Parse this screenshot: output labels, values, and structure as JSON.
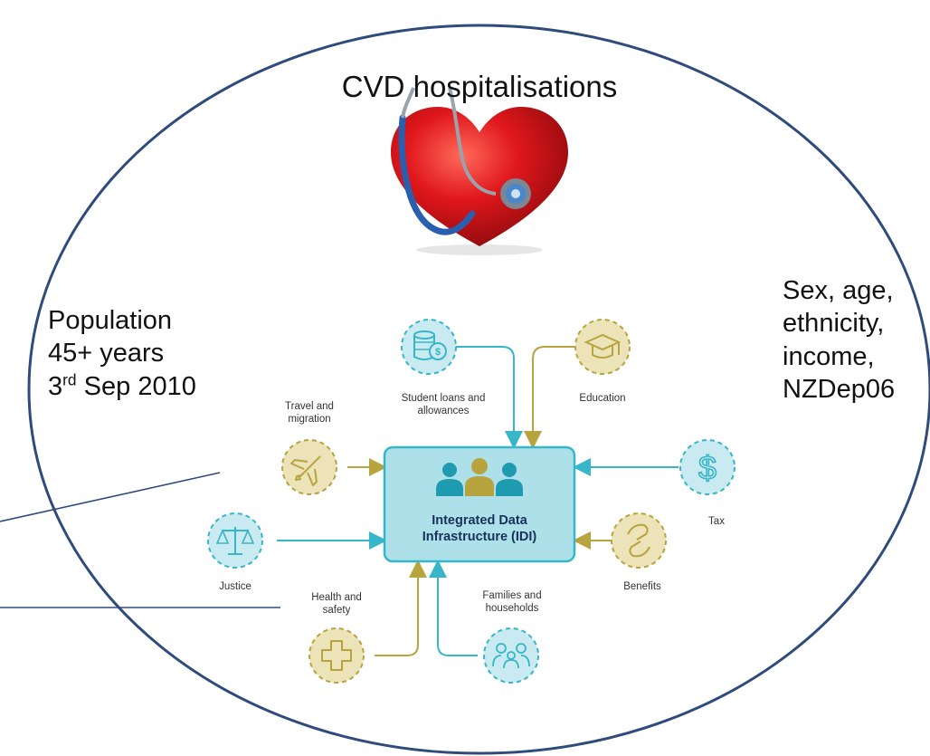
{
  "title": "CVD hospitalisations",
  "population": {
    "line1": "Population",
    "line2": "45+ years",
    "line3_num": "3",
    "line3_sup": "rd",
    "line3_rest": " Sep 2010"
  },
  "covariates": [
    "Sex, age,",
    "ethnicity,",
    "income,",
    "NZDep06"
  ],
  "idi": {
    "title_line1": "Integrated Data",
    "title_line2": "Infrastructure (IDI)"
  },
  "sources": {
    "student_loans": [
      "Student loans and",
      "allowances"
    ],
    "education": [
      "Education"
    ],
    "travel": [
      "Travel and",
      "migration"
    ],
    "tax": [
      "Tax"
    ],
    "justice": [
      "Justice"
    ],
    "benefits": [
      "Benefits"
    ],
    "health": [
      "Health and",
      "safety"
    ],
    "families": [
      "Families and",
      "households"
    ]
  },
  "colors": {
    "ellipse": "#2f4b7c",
    "teal": "#37b6c9",
    "teal_fill": "#c9eaf0",
    "olive": "#b7a43e",
    "olive_fill": "#ece3b8",
    "idi_fill": "#aee0ea",
    "idi_text": "#16325a",
    "heart": "#d9141a",
    "stethoscope": "#2a5fb0"
  },
  "icons": {
    "student_loans": "coins-dollar-icon",
    "education": "graduation-cap-icon",
    "travel": "airplane-icon",
    "tax": "dollar-sign-icon",
    "justice": "scales-icon",
    "benefits": "helping-hands-icon",
    "health": "plus-cross-icon",
    "families": "family-icon",
    "idi": "people-group-icon",
    "heart": "heart-stethoscope-icon"
  }
}
